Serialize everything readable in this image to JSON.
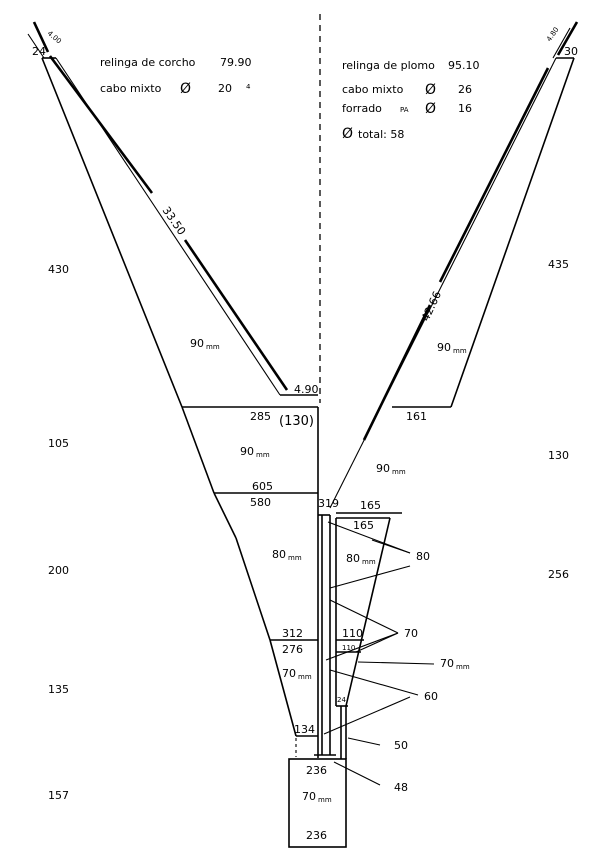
{
  "legend_left": {
    "cork_label": "relinga de corcho",
    "cork_value": "79.90",
    "cable_label": "cabo mixto",
    "cable_diam_symbol": "Ø",
    "cable_value": "20",
    "cable_note": "⁴"
  },
  "legend_right": {
    "lead_label": "relinga de plomo",
    "lead_value": "95.10",
    "cable_label": "cabo mixto",
    "cable_diam_symbol": "Ø",
    "cable_value": "26",
    "lined_label": "forrado",
    "lined_material": "PA",
    "lined_diam_symbol": "Ø",
    "lined_value": "16",
    "total_symbol": "Ø",
    "total_label": "total: 58"
  },
  "wing_left": {
    "tip_len": "4.00",
    "tip_meshes": "24",
    "headrope_len": "33.50",
    "inner_len": "4.90",
    "mesh_size": "90mm"
  },
  "wing_right": {
    "tip_len": "4.80",
    "tip_meshes": "30",
    "footrope_len": "42.66",
    "mesh_size": "90mm"
  },
  "row_depths": [
    "430",
    "105",
    "200",
    "135",
    "157"
  ],
  "row_depths_right": [
    "435",
    "130",
    "256"
  ],
  "body_left": {
    "p1_top": "285",
    "p1_note": "(130)",
    "p1_mesh": "90mm",
    "p1_bottom": "605",
    "p2_top": "580",
    "p2_mesh": "80mm",
    "p2_bottom": "312",
    "p3_top": "276",
    "p3_mesh": "70mm",
    "p3_bottom": "134"
  },
  "body_right": {
    "p1_top": "161",
    "p1_mesh": "90mm",
    "p1_bottom": "165",
    "p2_top": "165",
    "p2_mesh": "80mm",
    "p2_bottom": "110",
    "p3_top": "110",
    "p3_bottom": "24"
  },
  "strip_top": "319",
  "callouts": {
    "c80": "80",
    "c70a": "70",
    "c70b": "70mm",
    "c60": "60",
    "c50": "50",
    "c48": "48"
  },
  "codend": {
    "top": "236",
    "mesh": "70mm",
    "bottom": "236"
  }
}
